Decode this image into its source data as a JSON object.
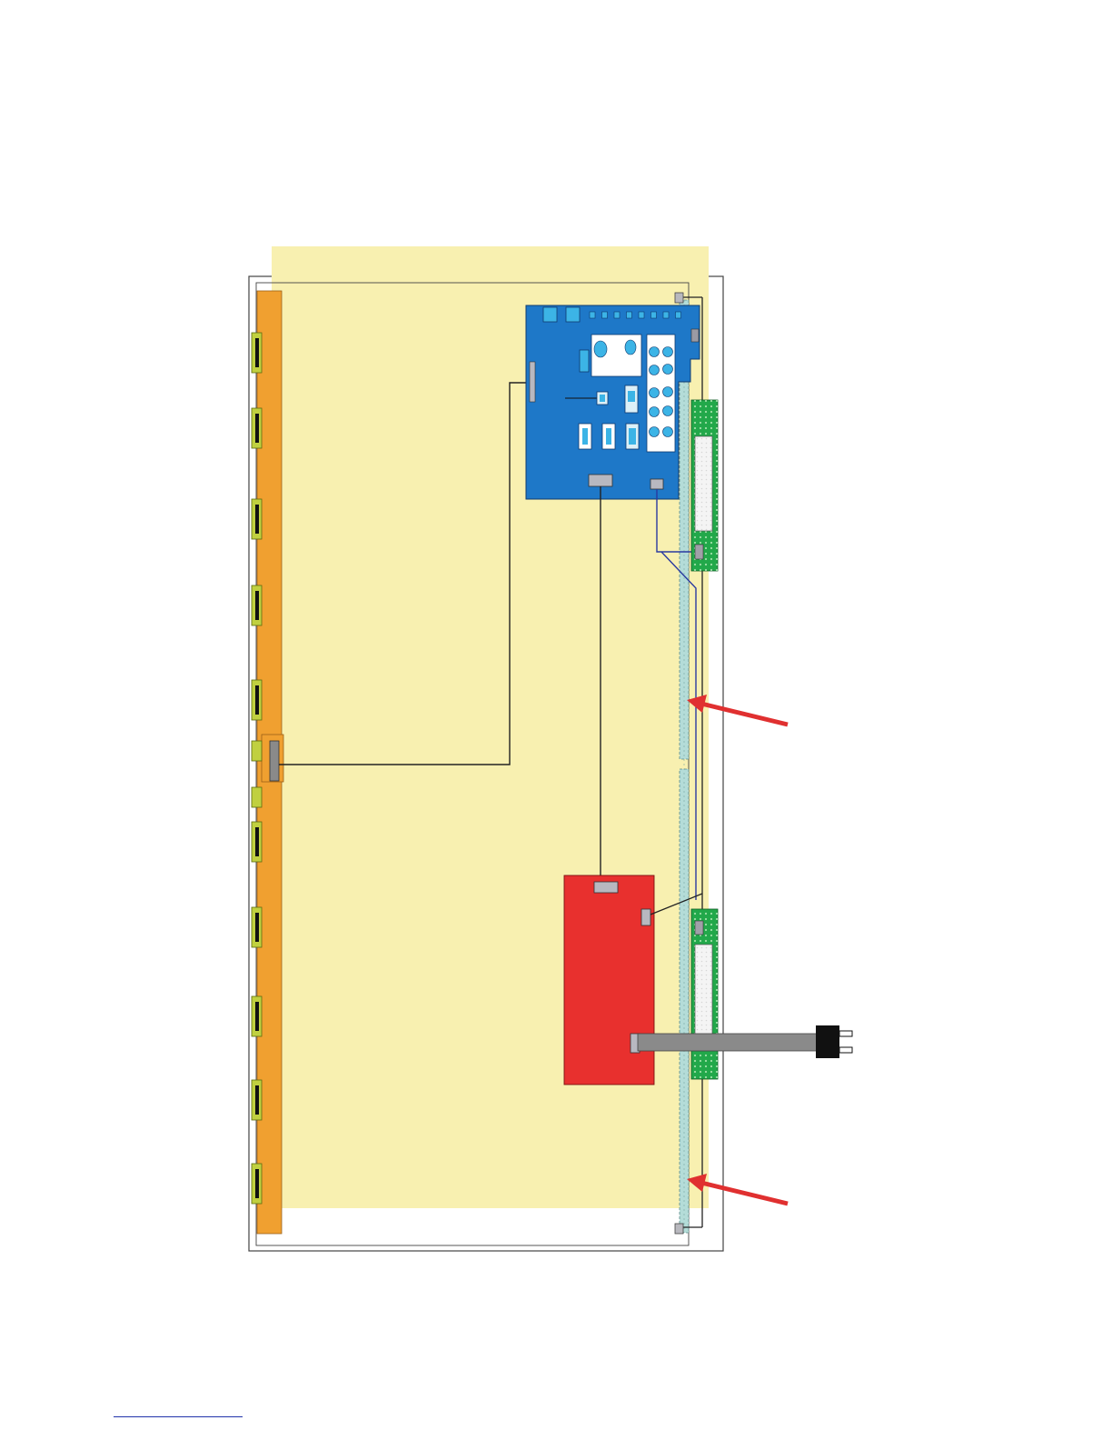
{
  "diagram": {
    "title": "",
    "labels": [],
    "colors": {
      "panel_fill": "#f8f0b0",
      "frame_stroke": "#444444",
      "orange_board": "#f0a030",
      "board_tab": "#c0d040",
      "main_board": "#1e78c8",
      "board_highlight": "#3cb4e6",
      "power_board": "#e8302e",
      "buffer_board": "#22a84a",
      "light_strip": "#b4dcd8",
      "connector": "#a0a0a8",
      "cable": "#8a8a8a",
      "plug": "#111111",
      "wire": "#222222",
      "signal_wire": "#2a3aa0",
      "arrow": "#e03030"
    },
    "components": [
      "frame-outline",
      "panel-area",
      "source-driver-board",
      "main-control-board",
      "power-supply-board",
      "buffer-board-upper",
      "buffer-board-lower",
      "light-strip",
      "power-cable",
      "power-plug",
      "arrow-upper",
      "arrow-lower"
    ],
    "source_driver_tabs": 10
  }
}
